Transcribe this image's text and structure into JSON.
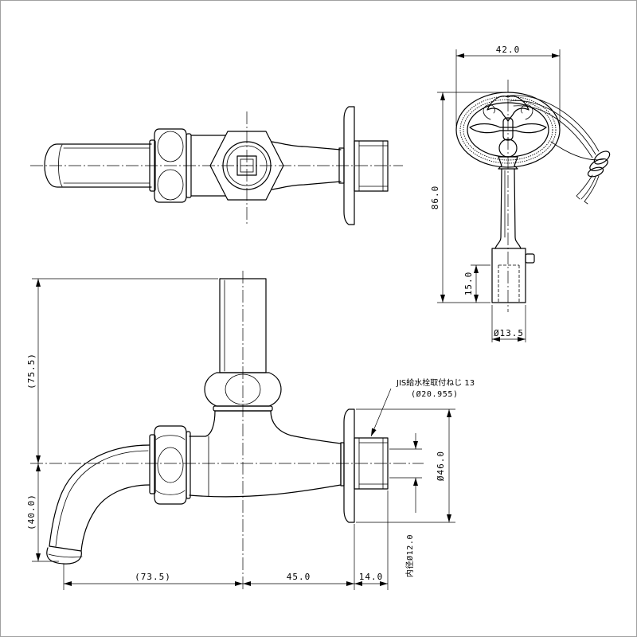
{
  "colors": {
    "line": "#000000",
    "background": "#ffffff",
    "frame": "#a0a0a0"
  },
  "end_view": {
    "width_dim": "42.0",
    "height_dim": "86.0",
    "socket_depth_dim": "15.0",
    "fitting_diameter_dim": "Ø13.5"
  },
  "front_view": {
    "riser_height_dim": "(75.5)",
    "spout_drop_dim": "(40.0)",
    "spout_reach_dim": "(73.5)",
    "body_length_dim": "45.0",
    "thread_length_dim": "14.0",
    "flange_diameter_dim": "Ø46.0",
    "inner_diameter_dim": "内径Ø12.0",
    "thread_note": "JIS給水栓取付ねじ 13",
    "thread_note_size": "(Ø20.955)"
  }
}
